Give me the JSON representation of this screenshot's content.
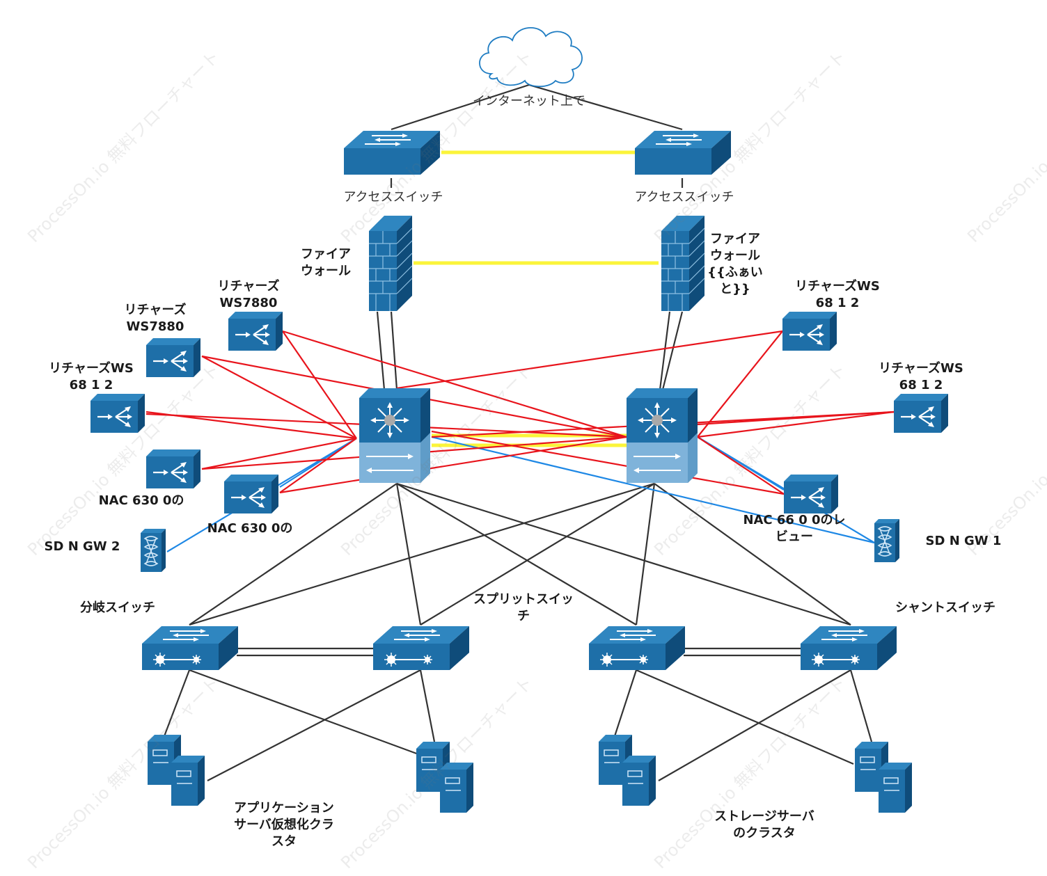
{
  "diagram": {
    "watermark": "ProcessOn.io 無料フローチャート",
    "labels": {
      "internet": "インターネット上で",
      "access_switch_left": "アクセススイッチ",
      "access_switch_right": "アクセススイッチ",
      "firewall_left": "ファイア\nウォール",
      "firewall_right": "ファイア\nウォール\n{{ふぁい\nと}}",
      "router_ws7880_a": "リチャーズ\nWS7880",
      "router_ws7880_b": "リチャーズ\nWS7880",
      "router_ws6812_left": "リチャーズWS\n68 1 2",
      "router_ws6812_right_top": "リチャーズWS\n68 1 2",
      "router_ws6812_right_mid": "リチャーズWS\n68 1 2",
      "nac_left_a": "NAC 630 0の",
      "nac_left_b": "NAC 630 0の",
      "nac_right": "NAC 66 0 0のレ\nビュー",
      "sdn_gw2": "SD N GW 2",
      "sdn_gw1": "SD N GW 1",
      "branch_switch": "分岐スイッチ",
      "split_switch": "スプリットスイッ\nチ",
      "shunt_switch": "シャントスイッチ",
      "app_cluster": "アプリケーション\nサーバ仮想化クラ\nスタ",
      "storage_cluster": "ストレージサーバ\nのクラスタ"
    },
    "colors": {
      "device_dark": "#1e6fa8",
      "device_top": "#2f86c0",
      "device_side": "#0f4c7a",
      "core_lower": "#7fb3da",
      "link_red": "#e8141c",
      "link_yellow": "#fbf43a",
      "link_blue": "#1e88e5",
      "link_black": "#333333"
    }
  }
}
